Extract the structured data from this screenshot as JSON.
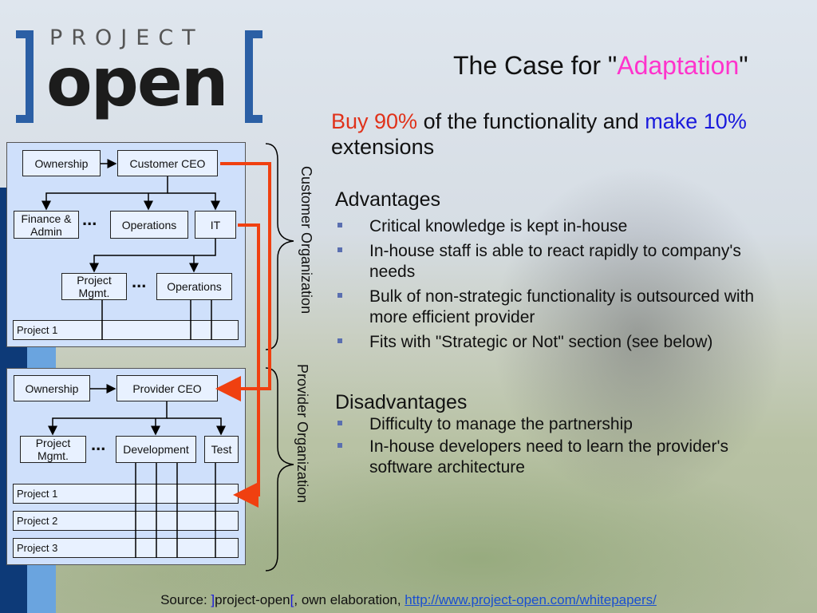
{
  "logo": {
    "project": "PROJECT",
    "open": "open"
  },
  "title": {
    "prefix": "The Case for \"",
    "highlight": "Adaptation",
    "suffix": "\""
  },
  "lead": {
    "part1": "Buy 90%",
    "part2": " of the functionality and ",
    "part3": "make 10%",
    "part4": " extensions"
  },
  "advantages": {
    "heading": "Advantages",
    "items": [
      "Critical knowledge is kept in-house",
      "In-house staff is able to react rapidly to company's needs",
      "Bulk of non-strategic functionality is outsourced with more efficient provider",
      "Fits with \"Strategic or Not\" section (see below)"
    ]
  },
  "disadvantages": {
    "heading": "Disadvantages",
    "items": [
      "Difficulty to manage the partnership",
      "In-house developers need to learn the provider's software architecture"
    ]
  },
  "customer_org": {
    "label": "Customer Organization",
    "ownership": "Ownership",
    "ceo": "Customer CEO",
    "finance": "Finance & Admin",
    "operations": "Operations",
    "it": "IT",
    "project_mgmt": "Project Mgmt.",
    "operations2": "Operations",
    "project1": "Project 1",
    "ellipsis": "..."
  },
  "provider_org": {
    "label": "Provider Organization",
    "ownership": "Ownership",
    "ceo": "Provider CEO",
    "project_mgmt": "Project Mgmt.",
    "development": "Development",
    "test": "Test",
    "project1": "Project 1",
    "project2": "Project 2",
    "project3": "Project 3",
    "ellipsis": "..."
  },
  "source": {
    "prefix": "Source: ",
    "brand_l": "]",
    "brand": "project-open",
    "brand_r": "[",
    "middle": ", own elaboration, ",
    "link": "http://www.project-open.com/whitepapers/"
  },
  "colors": {
    "accent_pink": "#ff33cc",
    "accent_red": "#e0321a",
    "accent_blue": "#1a1adc",
    "arrow": "#f04010",
    "brand_blue": "#2b5fa5"
  }
}
